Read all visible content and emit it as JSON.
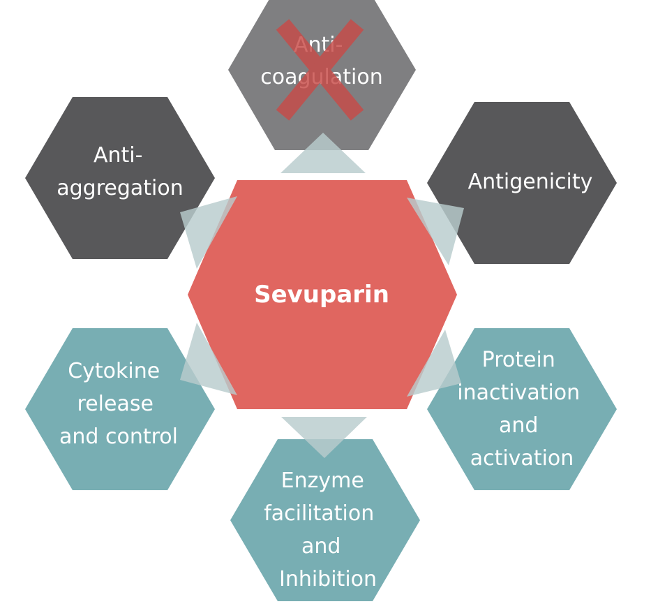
{
  "center": {
    "label": "Sevuparin",
    "color": "#e06660"
  },
  "colors": {
    "dark_gray": "#58585a",
    "mid_gray": "#7f7f81",
    "teal": "#78aeb3",
    "arrow": "#b8cccd",
    "cross": "#c84b48"
  },
  "properties": [
    {
      "id": "anticoagulation",
      "lines": [
        "Anti-",
        "coagulation"
      ],
      "tone": "mid_gray",
      "crossed_out": true
    },
    {
      "id": "antigenicity",
      "lines": [
        "Antigenicity"
      ],
      "tone": "dark_gray",
      "crossed_out": false
    },
    {
      "id": "protein",
      "lines": [
        "Protein",
        "inactivation",
        "and",
        "activation"
      ],
      "tone": "teal",
      "crossed_out": false
    },
    {
      "id": "enzyme",
      "lines": [
        "Enzyme",
        "facilitation",
        "and",
        "Inhibition"
      ],
      "tone": "teal",
      "crossed_out": false
    },
    {
      "id": "cytokine",
      "lines": [
        "Cytokine",
        "release",
        "and control"
      ],
      "tone": "teal",
      "crossed_out": false
    },
    {
      "id": "antiaggregation",
      "lines": [
        "Anti-",
        "aggregation"
      ],
      "tone": "dark_gray",
      "crossed_out": false
    }
  ]
}
